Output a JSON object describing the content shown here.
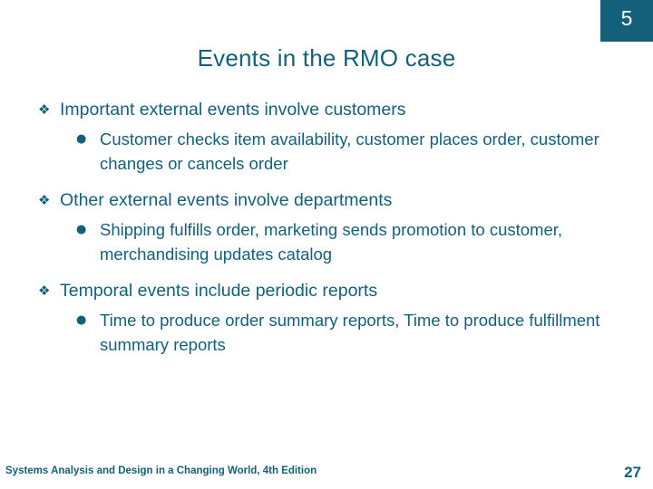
{
  "slide": {
    "number_badge": "5",
    "title": "Events in the RMO case",
    "bullet_level1_glyph": "❖",
    "bullet_level2_glyph": "●",
    "accent_color": "#14607a",
    "content": [
      {
        "level1": "Important external events involve customers",
        "level2": "Customer checks item availability, customer places order, customer changes or cancels order"
      },
      {
        "level1": "Other external events involve departments",
        "level2": "Shipping fulfills order, marketing sends promotion to customer, merchandising updates catalog"
      },
      {
        "level1": "Temporal events include periodic reports",
        "level2": "Time to produce order summary reports, Time to produce fulfillment summary reports"
      }
    ],
    "footer": {
      "source": "Systems Analysis and Design in a Changing World, 4th Edition",
      "page_number": "27"
    }
  }
}
